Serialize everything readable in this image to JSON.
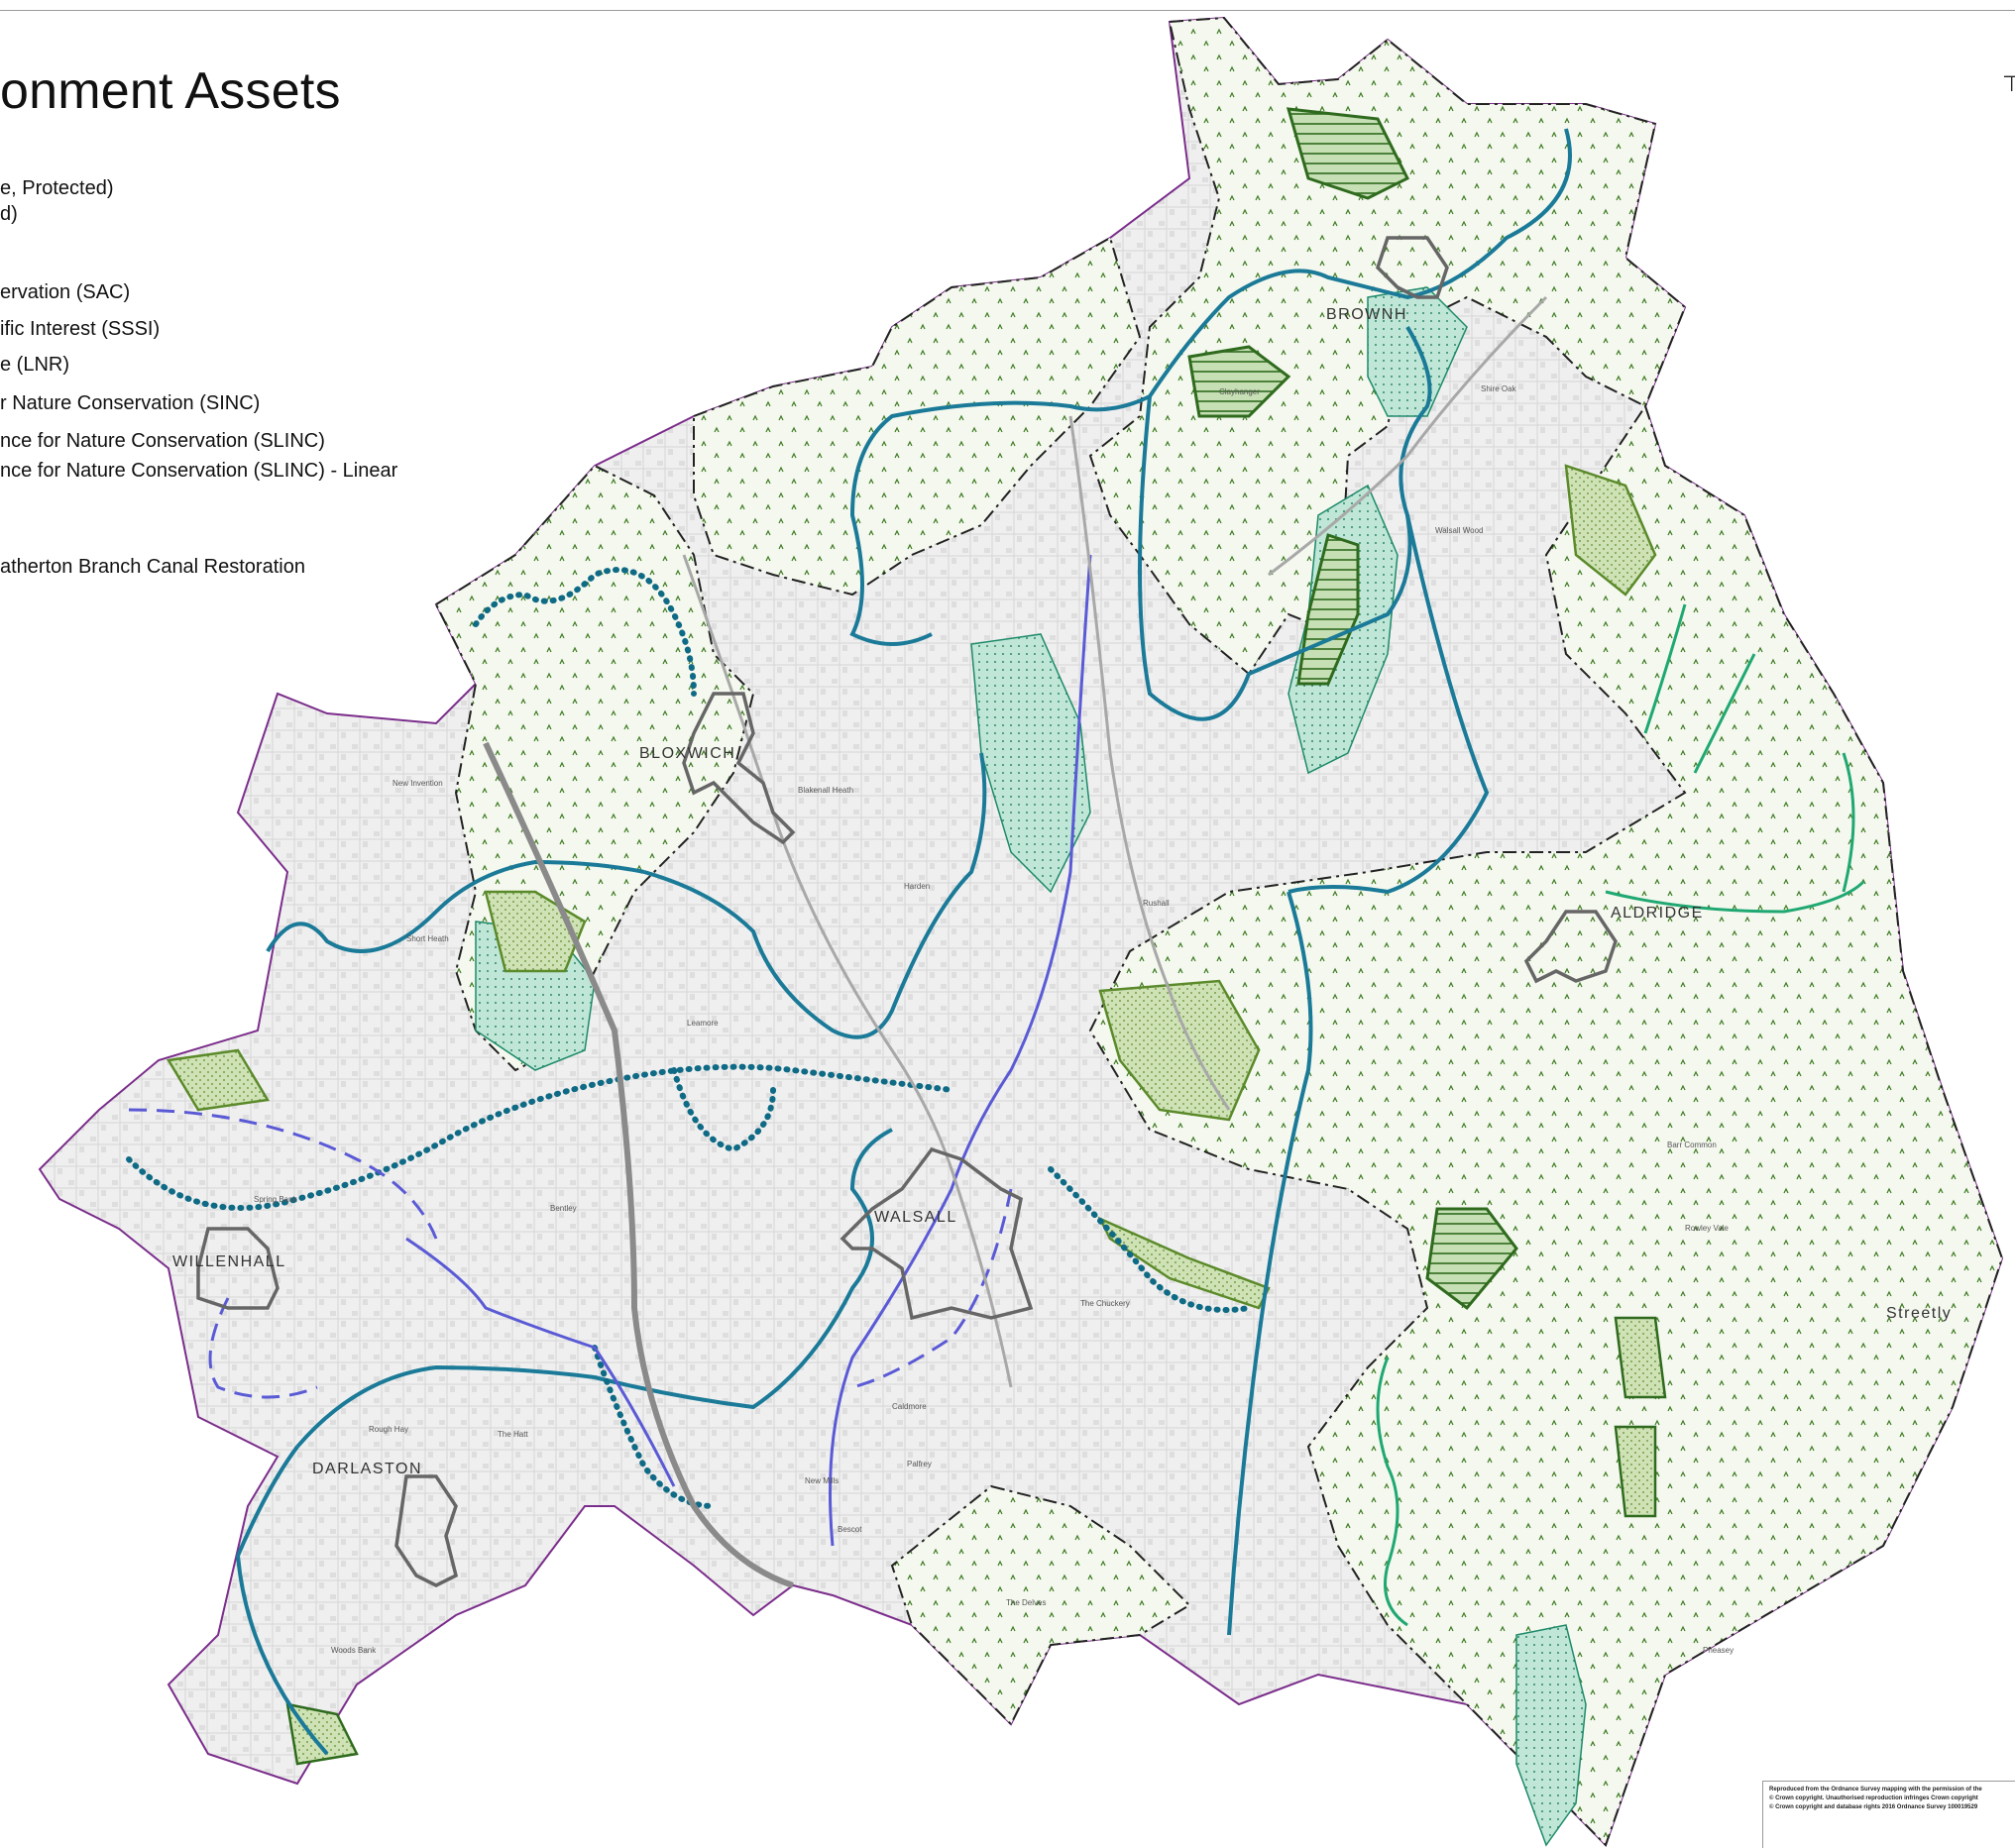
{
  "map": {
    "title": "onment Assets",
    "legend": [
      {
        "label": "e, Protected)"
      },
      {
        "label": "d)"
      },
      {
        "label": "ervation (SAC)"
      },
      {
        "label": "ific Interest (SSSI)"
      },
      {
        "label": "e (LNR)"
      },
      {
        "label": "r Nature Conservation (SINC)"
      },
      {
        "label": "nce for Nature Conservation (SLINC)"
      },
      {
        "label": "nce for Nature Conservation (SLINC) - Linear"
      },
      {
        "label": "atherton Branch Canal Restoration"
      }
    ],
    "places": {
      "bloxwich": "BLOXWICH",
      "walsall": "WALSALL",
      "aldridge": "ALDRIDGE",
      "willenhall": "WILLENHALL",
      "darlaston": "DARLASTON",
      "brownhills": "BROWNH",
      "streetly": "Streetly"
    },
    "minor_places": {
      "blakenall": "Blakenall Heath",
      "leamore": "Leamore",
      "bentley": "Bentley",
      "rushall": "Rushall",
      "caldmore": "Caldmore",
      "palfrey": "Palfrey",
      "chuckery": "The Chuckery",
      "delves": "The Delves",
      "pheasey": "Pheasey",
      "walsall_wood": "Walsall Wood",
      "shire_oak": "Shire Oak",
      "short_heath": "Short Heath",
      "new_invention": "New Invention",
      "woods_bank": "Woods Bank",
      "hatt": "The Hatt",
      "rough_hay": "Rough Hay",
      "bescot": "Bescot",
      "new_mills": "New Mills",
      "harden": "Harden",
      "barr_common": "Barr Common",
      "rowley_vale": "Rowley Vale",
      "spring_bank": "Spring Bank",
      "clayhanger": "Clayhanger"
    },
    "credits": [
      "Reproduced from the Ordnance Survey mapping with the permission of the",
      "© Crown copyright. Unauthorised reproduction infringes Crown copyright",
      "© Crown copyright and database rights 2016 Ordnance Survey 100019529"
    ],
    "colors": {
      "boundary": "#7b2d8b",
      "green_belt_fill": "#eef4e6",
      "sssi_green": "#2f6b1e",
      "sinc_green": "#5b8a2a",
      "teal_corridor": "#1a7a98",
      "lnr_fill": "#bfe6d6",
      "canal_blue": "#5a5ad6",
      "urban_fill": "#ececec"
    },
    "icons": {
      "corner": "orientation-mark-icon"
    }
  }
}
